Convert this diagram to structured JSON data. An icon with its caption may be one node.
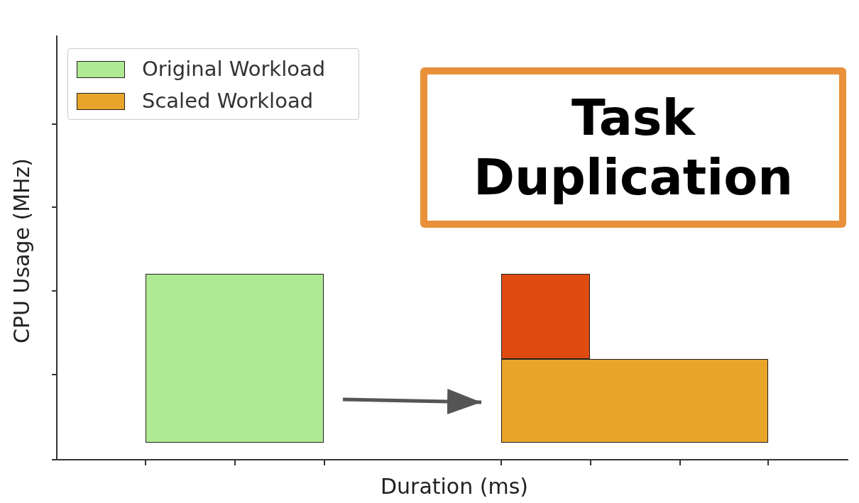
{
  "diagram": {
    "nodes": [
      {
        "text": [
          "Task Duplication"
        ]
      },
      {
        "text": [],
        "shape": "box"
      },
      {
        "text": [],
        "shape": "box"
      },
      {
        "text": [],
        "shape": "box"
      }
    ],
    "edges": [
      {
        "from": 1,
        "to": 3,
        "arrow": "to"
      }
    ],
    "labels": [
      "CPU Usage (MHz)",
      "Duration (ms)"
    ],
    "legend": [
      {
        "text": "Original Workload",
        "color": "#b0e993"
      },
      {
        "text": "Scaled Workload",
        "color": "#e8a52a"
      }
    ]
  }
}
